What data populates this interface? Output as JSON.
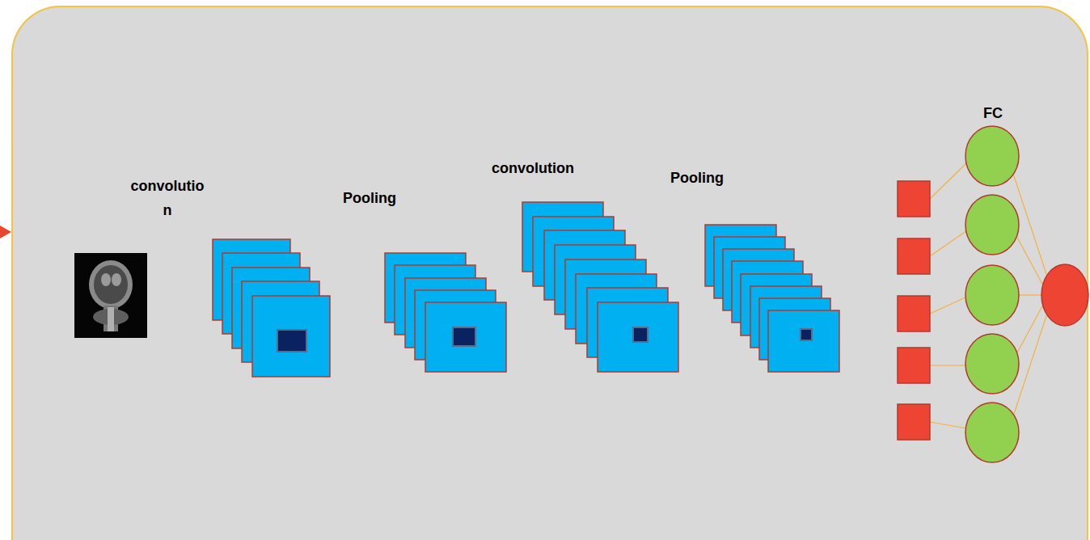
{
  "diagram": {
    "labels": [
      "convolutio n",
      "Pooling",
      "convolution",
      "Pooling",
      "FC"
    ]
  }
}
